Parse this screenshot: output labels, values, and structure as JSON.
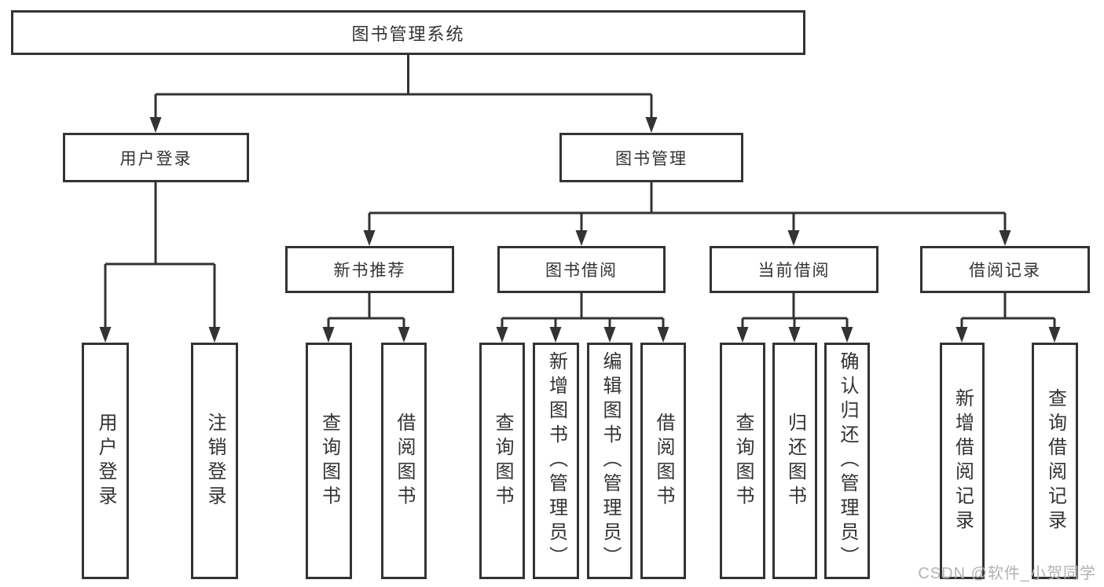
{
  "diagram": {
    "root": {
      "label": "图书管理系统"
    },
    "level2": {
      "user_login": {
        "label": "用户登录"
      },
      "book_management": {
        "label": "图书管理"
      }
    },
    "level3": {
      "new_book_recommend": {
        "label": "新书推荐"
      },
      "book_borrowing": {
        "label": "图书借阅"
      },
      "current_borrowing": {
        "label": "当前借阅"
      },
      "borrowing_records": {
        "label": "借阅记录"
      }
    },
    "leaves": {
      "user_login_leaf": {
        "label": "用户登录"
      },
      "logout_leaf": {
        "label": "注销登录"
      },
      "recommend_query_books": {
        "label": "查询图书"
      },
      "recommend_borrow_books": {
        "label": "借阅图书"
      },
      "borrowing_query_books": {
        "label": "查询图书"
      },
      "borrowing_add_books": {
        "label": "新增图书（管理员）"
      },
      "borrowing_edit_books": {
        "label": "编辑图书（管理员）"
      },
      "borrowing_borrow_books": {
        "label": "借阅图书"
      },
      "current_query_books": {
        "label": "查询图书"
      },
      "current_return_books": {
        "label": "归还图书"
      },
      "current_confirm_return": {
        "label": "确认归还（管理员）"
      },
      "records_add_record": {
        "label": "新增借阅记录"
      },
      "records_query_record": {
        "label": "查询借阅记录"
      }
    }
  },
  "watermark": {
    "text": "CSDN @软件_小贺同学"
  },
  "colors": {
    "line": "#333333",
    "box_border": "#333333",
    "text": "#333333",
    "watermark": "#b3b3b3",
    "background": "#ffffff"
  }
}
